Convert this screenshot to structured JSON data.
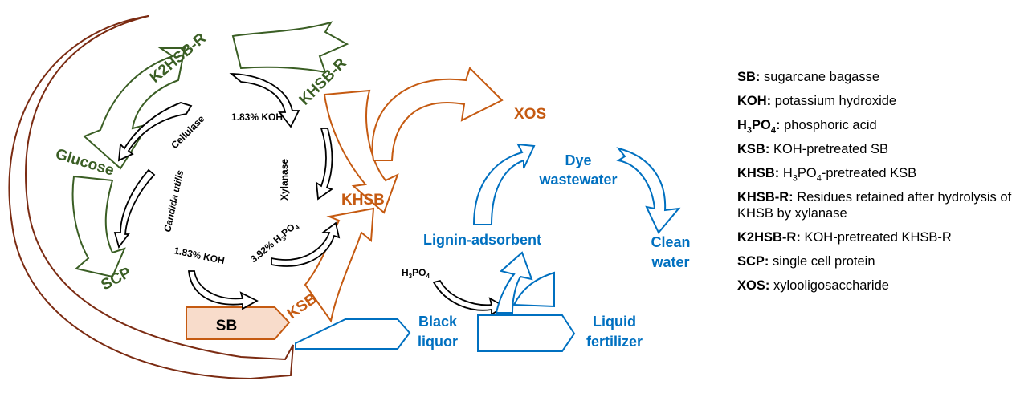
{
  "colors": {
    "green": "#3a5e24",
    "orange": "#c55a11",
    "blue": "#0070c0",
    "brown": "#7b2b12",
    "sb_fill": "#f8dccb"
  },
  "nodes": {
    "k2hsb_r": "K2HSB-R",
    "khsb_r": "KHSB-R",
    "glucose": "Glucose",
    "scp": "SCP",
    "sb": "SB",
    "ksb": "KSB",
    "khsb": "KHSB",
    "xos": "XOS",
    "dye_line1": "Dye",
    "dye_line2": "wastewater",
    "lignin_adsorbent": "Lignin-adsorbent",
    "clean_line1": "Clean",
    "clean_line2": "water",
    "black_line1": "Black",
    "black_line2": "liquor",
    "liquid_line1": "Liquid",
    "liquid_line2": "fertilizer"
  },
  "process_labels": {
    "cellulase": "Cellulase",
    "koh_top": "1.83% KOH",
    "xylanase": "Xylanase",
    "candida": "Candida utilis",
    "koh_bottom": "1.83% KOH",
    "h3po4_pct": "3.92% H",
    "h3po4_rest": "PO",
    "h3po4_left": "H",
    "h3po4_left_rest": "PO",
    "sub3": "3",
    "sub4": "4"
  },
  "legend": [
    {
      "term": "SB:",
      "desc": "sugarcane bagasse"
    },
    {
      "term": "KOH:",
      "desc": "potassium hydroxide"
    },
    {
      "term_parts": [
        "H",
        "3",
        "PO",
        "4",
        ":"
      ],
      "desc": "phosphoric acid"
    },
    {
      "term": "KSB:",
      "desc": "KOH-pretreated SB"
    },
    {
      "term": "KHSB:",
      "desc_parts": [
        "H",
        "3",
        "PO",
        "4",
        "-pretreated KSB"
      ]
    },
    {
      "term": "KHSB-R:",
      "desc": "Residues retained after hydrolysis of KHSB by xylanase"
    },
    {
      "term": "K2HSB-R:",
      "desc": "KOH-pretreated KHSB-R"
    },
    {
      "term": "SCP:",
      "desc": "single cell protein"
    },
    {
      "term": "XOS:",
      "desc": "xylooligosaccharide"
    }
  ]
}
